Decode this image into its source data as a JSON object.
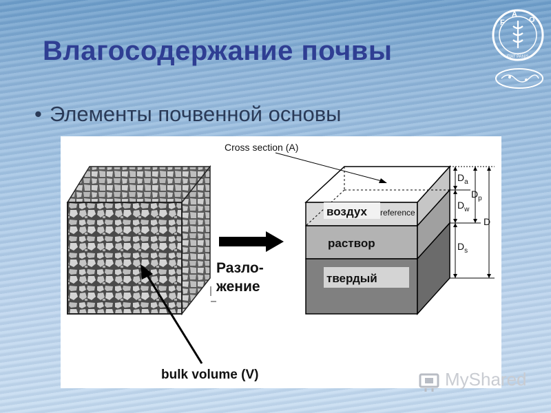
{
  "slide": {
    "title": "Влагосодержание почвы",
    "bullet": "Элементы почвенной основы"
  },
  "diagram": {
    "cross_section_label": "Cross section (A)",
    "decomposition_label_line1": "Разло-",
    "decomposition_label_line2": "жение",
    "bulk_volume_label": "bulk volume (V)",
    "layer_labels": {
      "air": "воздух",
      "reference": "reference",
      "solution": "раствор",
      "solid": "твердый"
    },
    "dimensions": {
      "Da": {
        "main": "D",
        "sub": "a"
      },
      "Dp": {
        "main": "D",
        "sub": "p"
      },
      "Dw": {
        "main": "D",
        "sub": "w"
      },
      "D": {
        "main": "D",
        "sub": ""
      },
      "Ds": {
        "main": "D",
        "sub": "s"
      }
    },
    "colors": {
      "air_layer": "#d9d9d9",
      "solution_layer": "#b3b3b3",
      "solid_layer": "#808080"
    }
  },
  "logos": {
    "fao_text": "FIAT PANIS"
  },
  "watermark": {
    "text": "MyShared"
  }
}
